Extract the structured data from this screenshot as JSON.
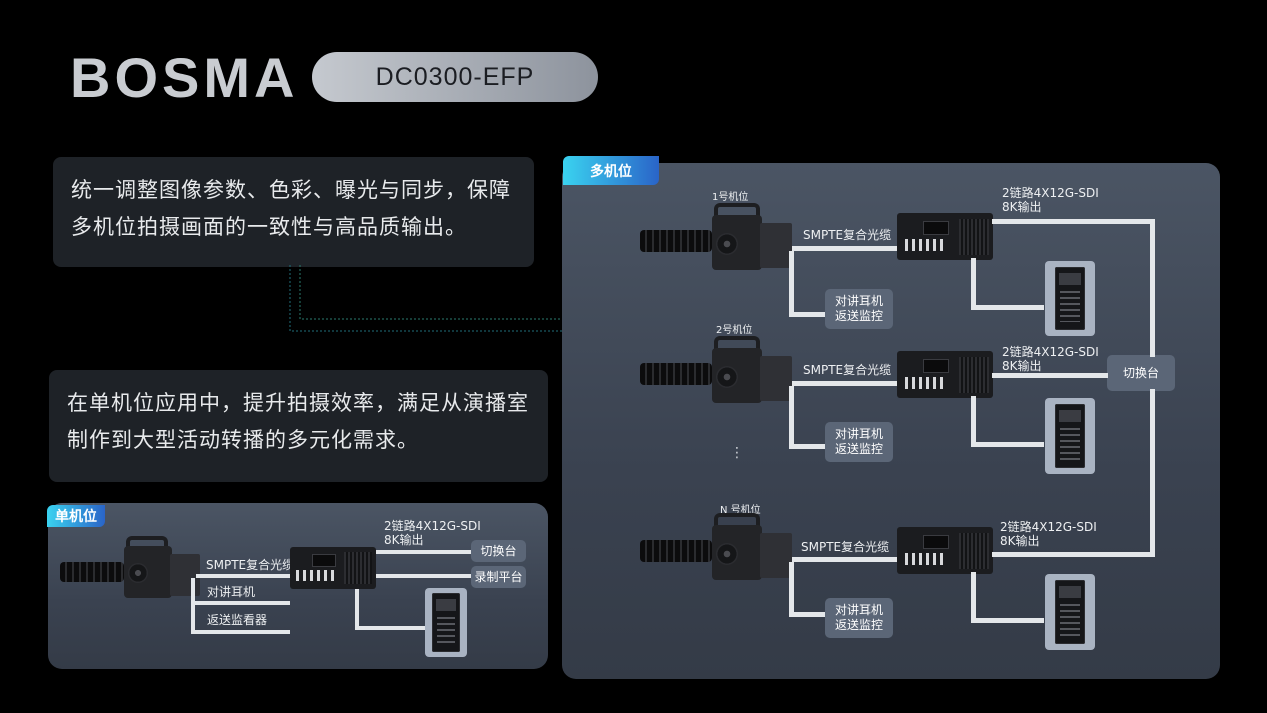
{
  "brand": {
    "logo": "BOSMA",
    "model": "DC0300-EFP"
  },
  "descriptions": {
    "sync": "统一调整图像参数、色彩、曝光与同步，保障多机位拍摄画面的一致性与高品质输出。",
    "single": "在单机位应用中，提升拍摄效率，满足从演播室制作到大型活动转播的多元化需求。"
  },
  "multi_camera": {
    "tag": "多机位",
    "switcher": "切换台",
    "ellipsis": "⋮",
    "units": [
      {
        "name": "1号机位",
        "cable": "SMPTE复合光缆",
        "output": "2链路4X12G-SDI",
        "output2": "8K输出",
        "intercom": "对讲耳机",
        "return": "返送监控"
      },
      {
        "name": "2号机位",
        "cable": "SMPTE复合光缆",
        "output": "2链路4X12G-SDI",
        "output2": "8K输出",
        "intercom": "对讲耳机",
        "return": "返送监控"
      },
      {
        "name": "N 号机位",
        "cable": "SMPTE复合光缆",
        "output": "2链路4X12G-SDI",
        "output2": "8K输出",
        "intercom": "对讲耳机",
        "return": "返送监控"
      }
    ]
  },
  "single_camera": {
    "tag": "单机位",
    "cable": "SMPTE复合光缆",
    "output": "2链路4X12G-SDI",
    "output2": "8K输出",
    "intercom": "对讲耳机",
    "return_monitor": "返送监看器",
    "switcher": "切换台",
    "recorder": "录制平台"
  }
}
